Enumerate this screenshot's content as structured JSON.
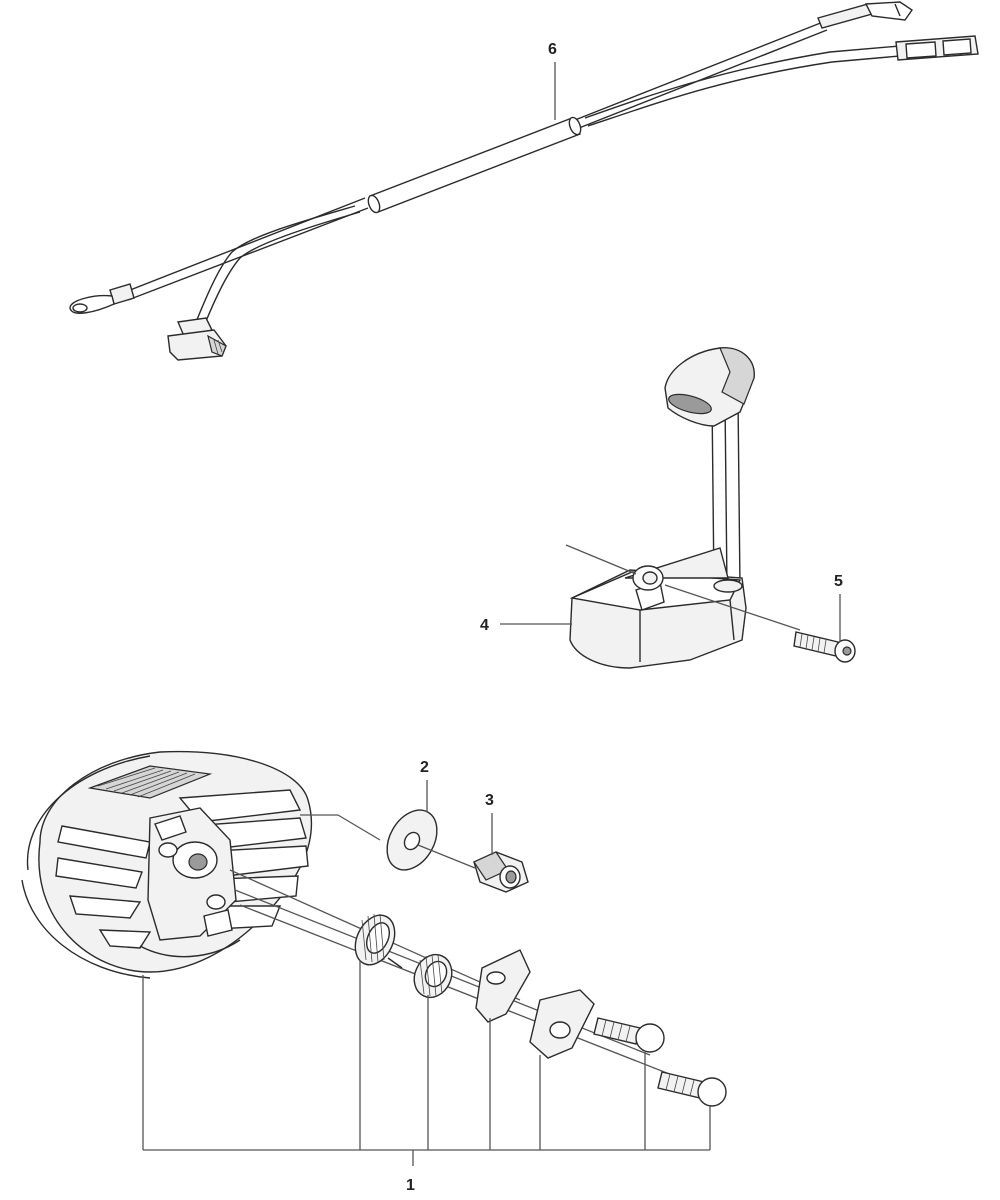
{
  "callouts": {
    "part_1": "1",
    "part_2": "2",
    "part_3": "3",
    "part_4": "4",
    "part_5": "5",
    "part_6": "6"
  },
  "colors": {
    "line": "#555555",
    "outline": "#2b2b2b",
    "fill": "#f2f2f2",
    "background": "#ffffff"
  }
}
